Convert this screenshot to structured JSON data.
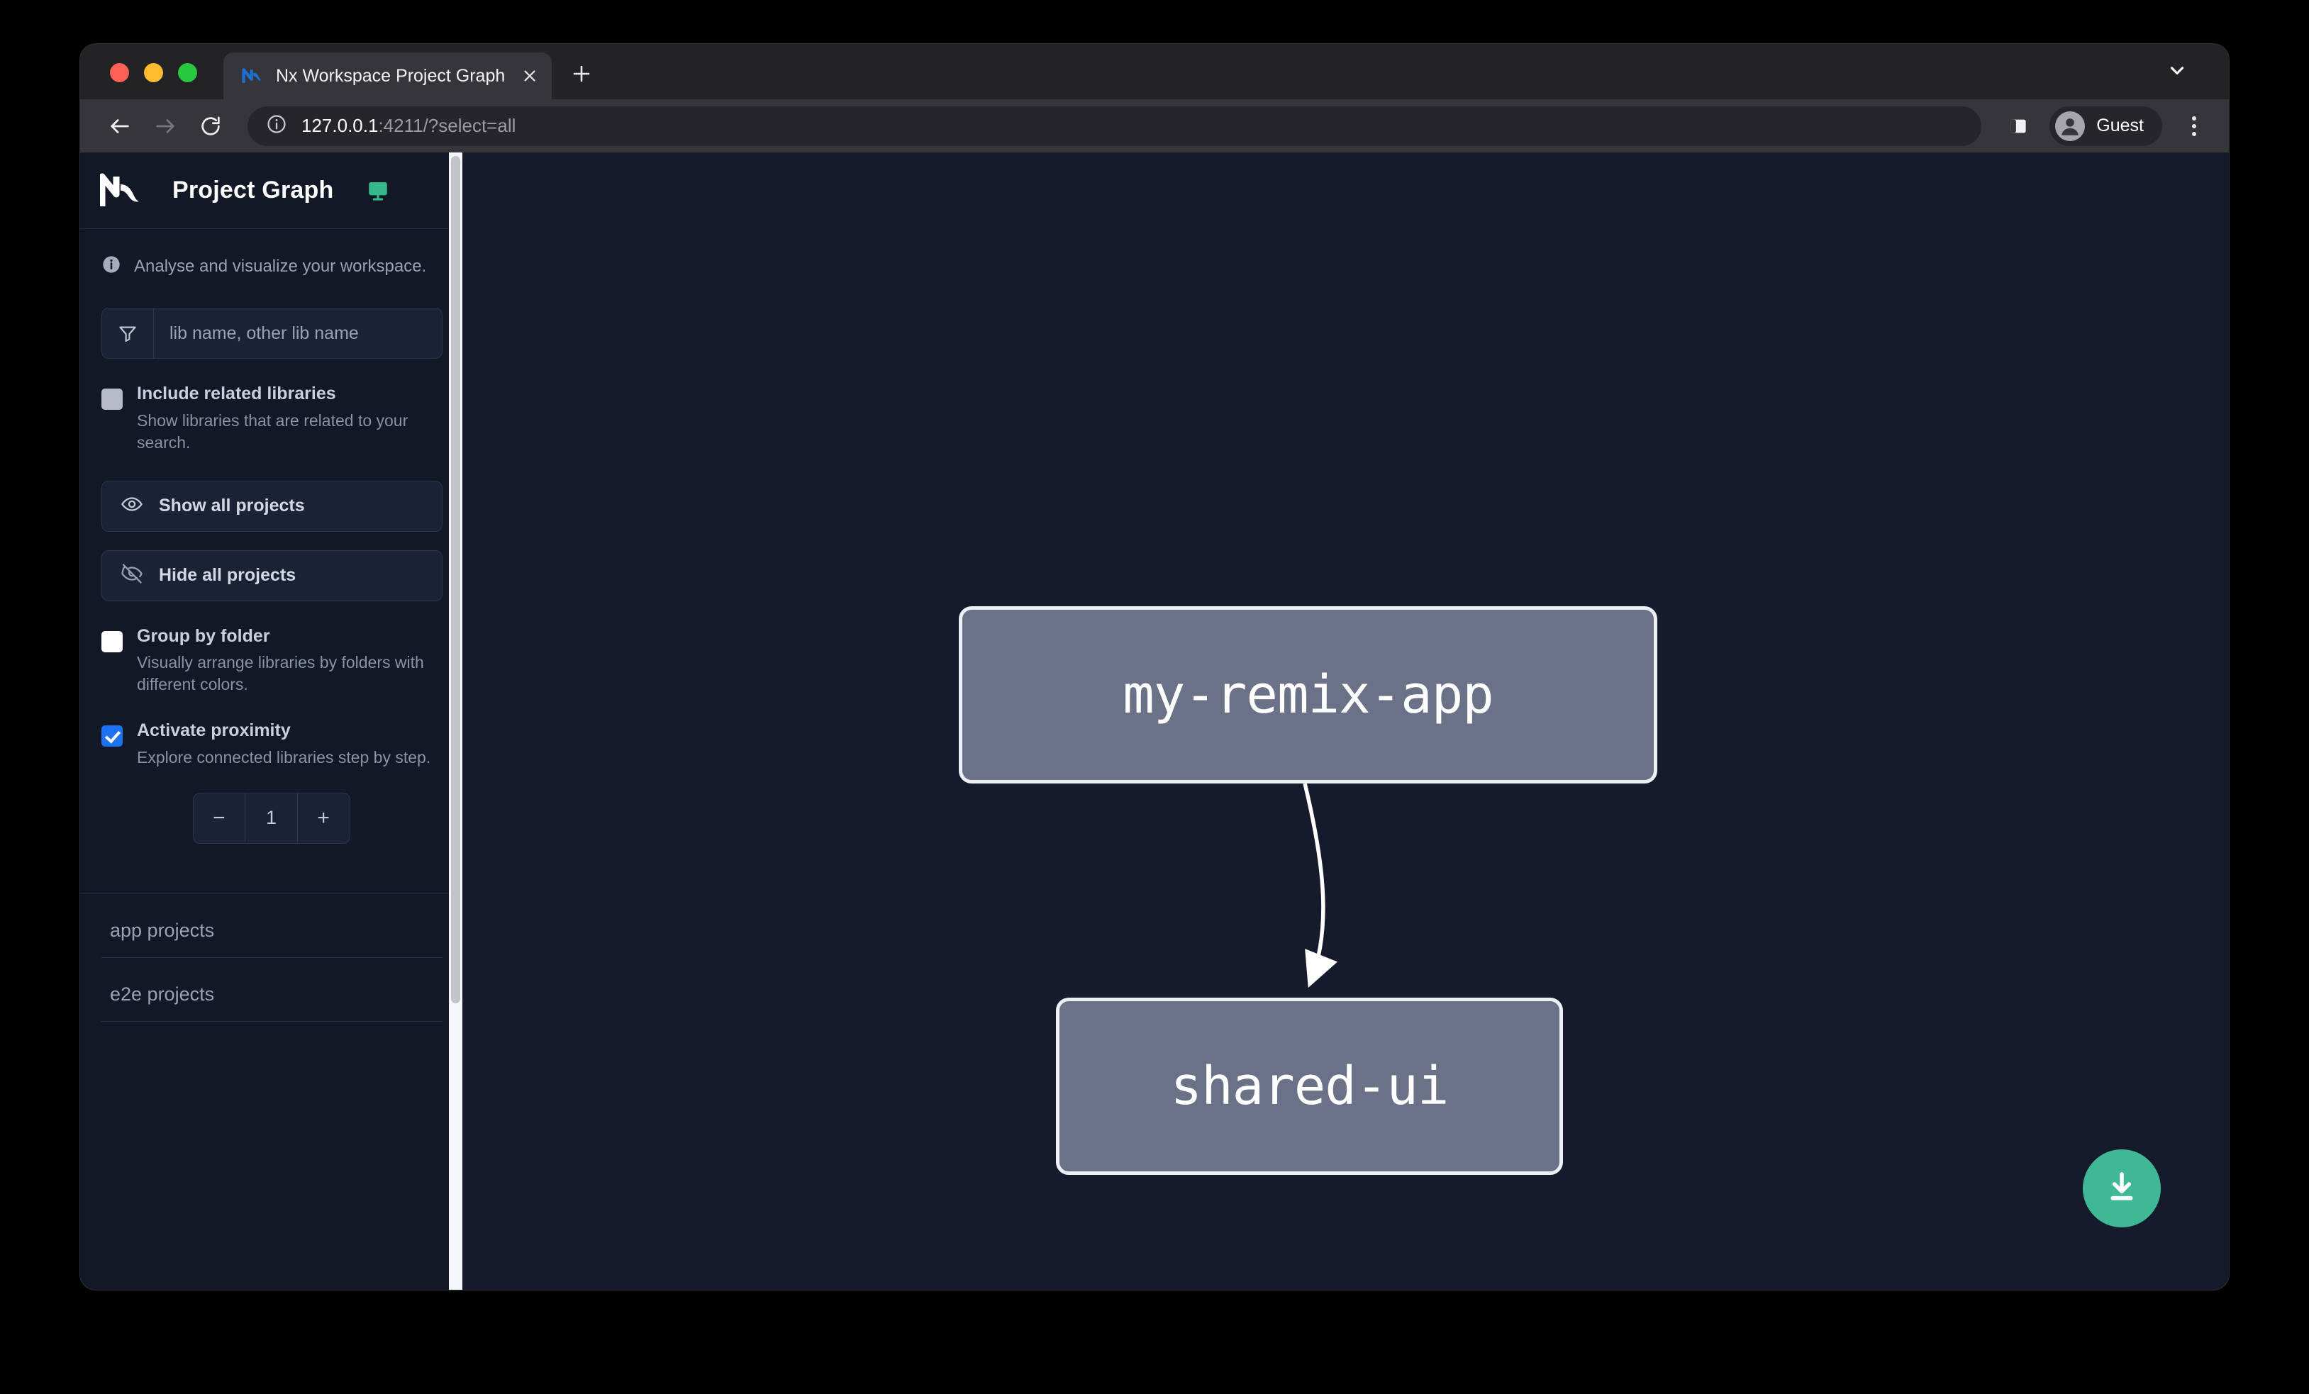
{
  "browser": {
    "tab": {
      "title": "Nx Workspace Project Graph",
      "favicon_icon": "nx-favicon-icon",
      "close_icon": "close-icon"
    },
    "new_tab_icon": "plus-icon",
    "tabstrip_chevron_icon": "chevron-down-icon",
    "nav": {
      "back_icon": "arrow-left-icon",
      "forward_icon": "arrow-right-icon",
      "reload_icon": "reload-icon"
    },
    "omnibox": {
      "info_icon": "info-circle-icon",
      "url_host": "127.0.0.1",
      "url_rest": ":4211/?select=all",
      "side_panel_icon": "side-panel-icon"
    },
    "profile": {
      "name": "Guest",
      "avatar_icon": "person-avatar-icon"
    },
    "menu_icon": "kebab-menu-icon"
  },
  "sidebar": {
    "logo_icon": "nx-logo-icon",
    "title": "Project Graph",
    "monitor_icon": "monitor-icon",
    "info_icon": "info-circle-icon",
    "subtitle": "Analyse and visualize your workspace.",
    "filter": {
      "icon": "filter-funnel-icon",
      "placeholder": "lib name, other lib name",
      "value": ""
    },
    "options": [
      {
        "name": "include-related-libraries",
        "label": "Include related libraries",
        "description": "Show libraries that are related to your search.",
        "state": "disabled"
      },
      {
        "name": "group-by-folder",
        "label": "Group by folder",
        "description": "Visually arrange libraries by folders with different colors.",
        "state": "unchecked"
      },
      {
        "name": "activate-proximity",
        "label": "Activate proximity",
        "description": "Explore connected libraries step by step.",
        "state": "checked"
      }
    ],
    "buttons": [
      {
        "name": "show-all-projects",
        "label": "Show all projects",
        "icon": "eye-icon"
      },
      {
        "name": "hide-all-projects",
        "label": "Hide all projects",
        "icon": "eye-off-icon"
      }
    ],
    "stepper": {
      "decrement": "−",
      "value": "1",
      "increment": "+"
    },
    "sections": [
      {
        "name": "app-projects",
        "label": "app projects"
      },
      {
        "name": "e2e-projects",
        "label": "e2e projects"
      }
    ],
    "scrollbar": {
      "name": "sidebar-scrollbar"
    }
  },
  "graph": {
    "nodes": [
      {
        "id": "my-remix-app",
        "label": "my-remix-app"
      },
      {
        "id": "shared-ui",
        "label": "shared-ui"
      }
    ],
    "edges": [
      {
        "from": "my-remix-app",
        "to": "shared-ui",
        "directed": true
      }
    ],
    "download_button": {
      "name": "download-image-button",
      "icon": "download-icon"
    }
  },
  "colors": {
    "page_background": "#151a2d",
    "sidebar_background": "#131827",
    "node_fill": "#6b7186",
    "node_border": "#eef0f7",
    "accent_checkbox": "#1d72f3",
    "download_fab": "#3fb896"
  }
}
